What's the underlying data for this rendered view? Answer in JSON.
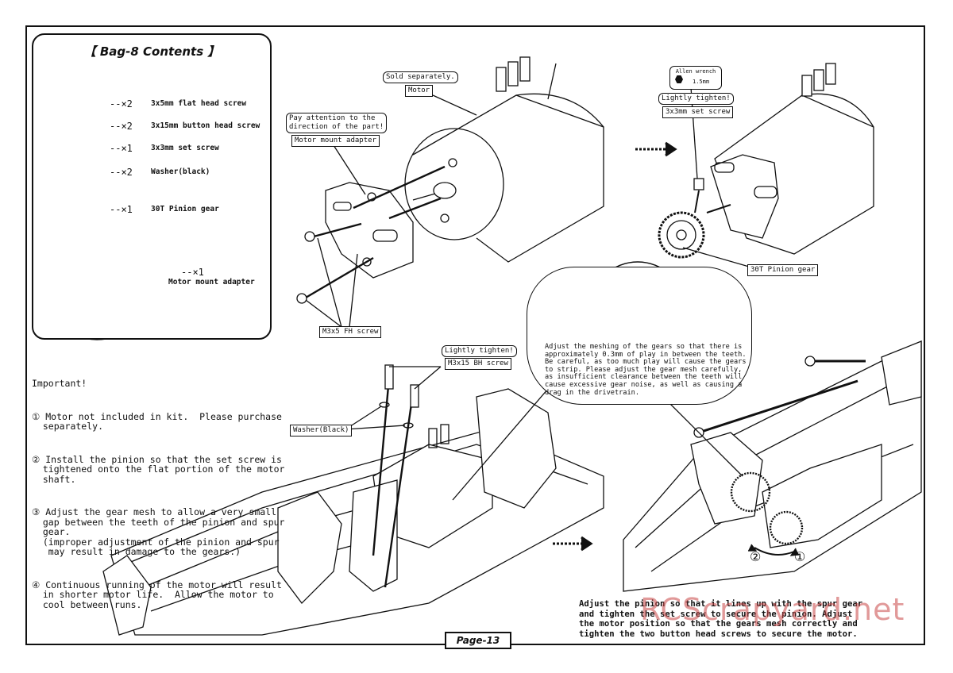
{
  "bag": {
    "title": "【 Bag-8 Contents 】",
    "items": [
      {
        "qty": "--×2",
        "name": "3x5mm flat head screw"
      },
      {
        "qty": "--×2",
        "name": "3x15mm button head screw"
      },
      {
        "qty": "--×1",
        "name": "3x3mm set screw"
      },
      {
        "qty": "--×2",
        "name": "Washer(black)"
      },
      {
        "qty": "--×1",
        "name": "30T Pinion gear"
      }
    ],
    "adapter_qty": "--×1",
    "adapter_name": "Motor mount adapter"
  },
  "labels": {
    "sold_separately": "Sold separately.",
    "motor": "Motor",
    "pay_attention": "Pay attention to the\ndirection of the part!",
    "motor_mount_adapter": "Motor mount adapter",
    "m3x5_fh": "M3x5 FH screw",
    "allen_wrench": "Allen wrench",
    "allen_size": "1.5mm",
    "lightly_tighten_1": "Lightly tighten!",
    "set_screw": "3x3mm set screw",
    "pinion": "30T Pinion gear",
    "lightly_tighten_2": "Lightly tighten!",
    "m3x15_bh": "M3x15 BH screw",
    "washer": "Washer(Black)",
    "mark_1": "①",
    "mark_2": "②"
  },
  "important": {
    "heading": "Important!",
    "items": [
      "① Motor not included in kit.  Please purchase\n  separately.",
      "② Install the pinion so that the set screw is\n  tightened onto the flat portion of the motor\n  shaft.",
      "③ Adjust the gear mesh to allow a very small\n  gap between the teeth of the pinion and spur\n  gear.\n  (improper adjustment of the pinion and spur\n   may result in damage to the gears.)",
      "④ Continuous running of the motor will result\n  in shorter motor life.  Allow the motor to\n  cool between runs."
    ]
  },
  "mesh_note": "Adjust the meshing of the gears so that there is\napproximately 0.3mm of play in between the teeth.\nBe careful, as too much play will cause the gears\nto strip. Please adjust the gear mesh carefully,\nas insufficient clearance between the teeth will\ncause excessive gear noise, as well as causing a\ndrag in the drivetrain.",
  "bottom_note": "Adjust the pinion so that it lines up with the spur gear\nand tighten the set screw to secure the pinion. Adjust\nthe motor position so that the gears mesh correctly and\ntighten the two button head screws to secure the motor.",
  "page": "Page-13",
  "watermark": "RCScrapyard.net"
}
